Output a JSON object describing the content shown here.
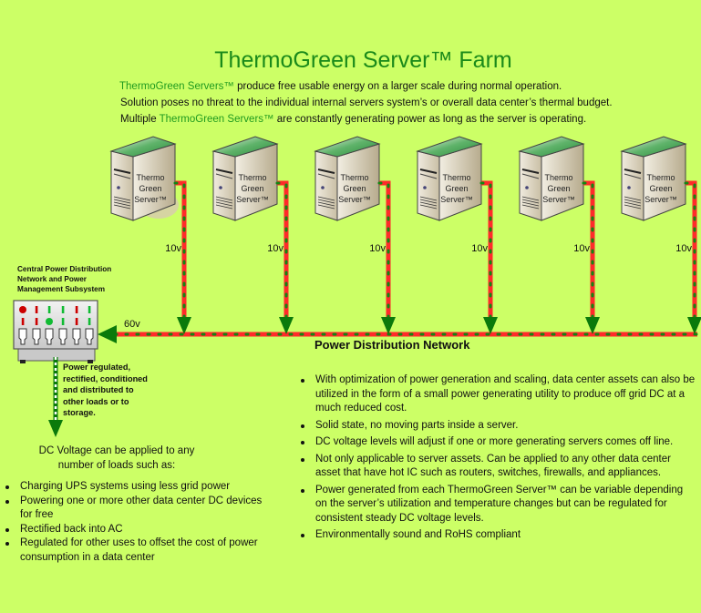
{
  "header": {
    "title": "ThermoGreen Server™ Farm",
    "intro": [
      {
        "highlight": "ThermoGreen Servers™",
        "pre": "",
        "post": " produce free usable energy on a larger scale during normal operation."
      },
      {
        "highlight": "",
        "pre": "Solution poses no threat to the individual internal servers system’s or overall data center’s thermal budget.",
        "post": ""
      },
      {
        "highlight": "ThermoGreen Servers™",
        "pre": "Multiple ",
        "post": " are constantly generating power as long as the server is operating."
      }
    ]
  },
  "servers": {
    "label_lines": [
      "Thermo",
      "Green",
      "Server™"
    ],
    "count": 6,
    "voltage_each": "10v"
  },
  "bus": {
    "label": "Power Distribution Network",
    "total_voltage": "60v"
  },
  "colors": {
    "background": "#CCFF66",
    "title_green": "#1a8a1a",
    "line_red": "#ff2a2a",
    "line_dot_green": "#118811",
    "arrow_green": "#0b7a0b"
  },
  "central_power": {
    "label_lines": [
      "Central Power Distribution",
      "Network and Power",
      "Management Subsystem"
    ],
    "output_label_lines": [
      "Power regulated,",
      "rectified, conditioned",
      "and distributed to",
      "other loads or to",
      "storage."
    ]
  },
  "loads": {
    "intro_lines": [
      "DC Voltage can be applied to any",
      "number of loads such as:"
    ],
    "items": [
      "Charging UPS systems using less grid power",
      "Powering one or more other data center DC devices for free",
      "Rectified back into AC",
      "Regulated for other uses to offset the cost of power consumption in a data center"
    ]
  },
  "benefits": {
    "items": [
      "With optimization of power generation and scaling, data center assets can also be utilized in the form of a small power generating utility to produce off grid DC at a much reduced cost.",
      "Solid state, no moving parts inside a server.",
      "DC voltage levels will adjust if one or more generating servers comes off line.",
      "Not only applicable to server assets. Can be applied to any other data center asset that have hot IC such as routers, switches, firewalls, and appliances.",
      "Power generated from each ThermoGreen Server™ can be variable depending on the server’s utilization and temperature changes but can be regulated for consistent steady DC voltage levels.",
      "Environmentally sound and RoHS compliant"
    ]
  }
}
